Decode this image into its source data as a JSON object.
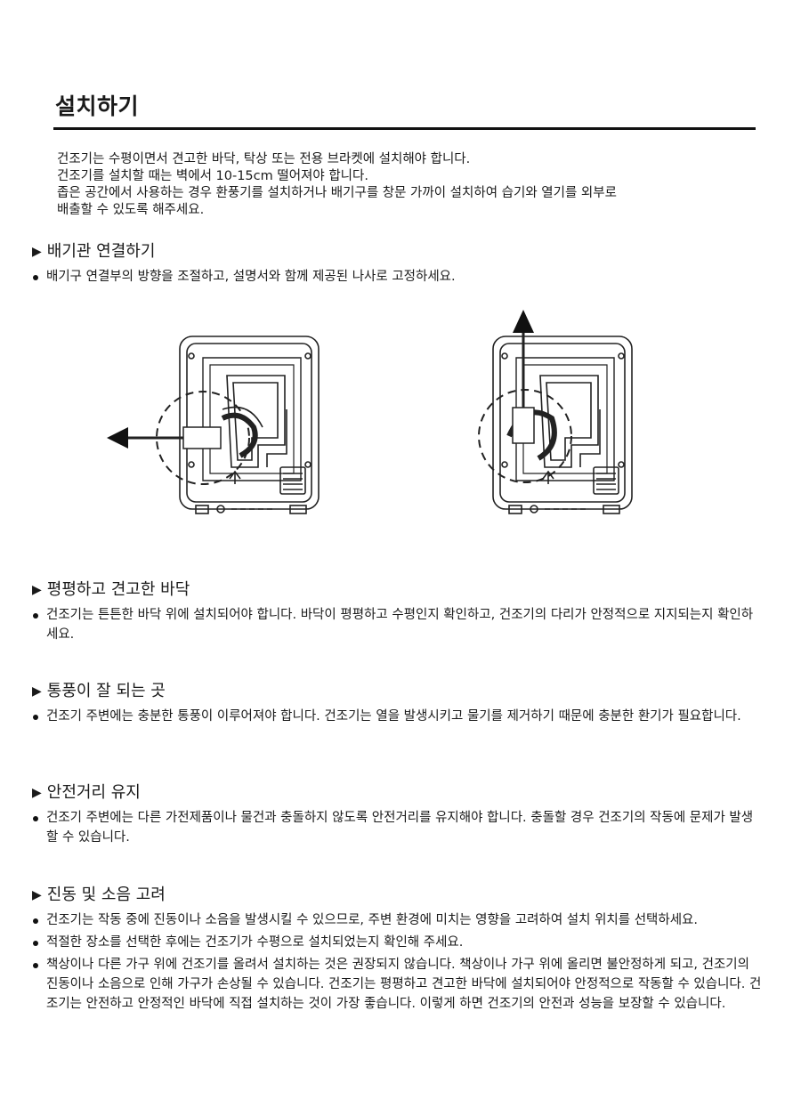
{
  "page": {
    "title": "설치하기",
    "intro": [
      "건조기는 수평이면서 견고한 바닥, 탁상 또는 전용 브라켓에 설치해야 합니다.",
      "건조기를 설치할 때는 벽에서 10-15cm 떨어져야 합니다.",
      "좁은 공간에서 사용하는 경우 환풍기를 설치하거나 배기구를 창문 가까이 설치하여 습기와 열기를 외부로",
      "배출할 수 있도록 해주세요."
    ]
  },
  "sections": [
    {
      "heading": "배기관 연결하기",
      "bullets": [
        "배기구 연결부의 방향을 조절하고, 설명서와 함께 제공된 나사로 고정하세요."
      ]
    },
    {
      "heading": "평평하고 견고한 바닥",
      "bullets": [
        "건조기는 튼튼한 바닥 위에 설치되어야 합니다. 바닥이 평평하고 수평인지 확인하고, 건조기의 다리가 안정적으로 지지되는지 확인하세요."
      ]
    },
    {
      "heading": "통풍이 잘 되는 곳",
      "bullets": [
        "건조기 주변에는 충분한 통풍이 이루어져야 합니다. 건조기는 열을 발생시키고 물기를 제거하기 때문에 충분한 환기가 필요합니다."
      ]
    },
    {
      "heading": "안전거리 유지",
      "bullets": [
        "건조기 주변에는 다른 가전제품이나 물건과 충돌하지 않도록 안전거리를 유지해야 합니다. 충돌할 경우 건조기의 작동에 문제가 발생할 수 있습니다."
      ]
    },
    {
      "heading": "진동 및 소음 고려",
      "bullets": [
        "건조기는 작동 중에 진동이나 소음을 발생시킬 수 있으므로, 주변 환경에 미치는 영향을 고려하여 설치 위치를 선택하세요.",
        "적절한 장소를 선택한 후에는 건조기가 수평으로 설치되었는지 확인해 주세요.",
        "책상이나 다른 가구 위에 건조기를 올려서 설치하는 것은 권장되지 않습니다. 책상이나 가구 위에 올리면 불안정하게 되고, 건조기의 진동이나 소음으로 인해 가구가 손상될 수 있습니다. 건조기는 평평하고 견고한 바닥에 설치되어야 안정적으로 작동할 수 있습니다. 건조기는 안전하고 안정적인 바닥에 직접 설치하는 것이 가장 좋습니다. 이렇게 하면 건조기의 안전과 성능을 보장할 수 있습니다."
      ]
    }
  ],
  "diagrams": [
    {
      "name": "exhaust-left",
      "arrow": "left"
    },
    {
      "name": "exhaust-up",
      "arrow": "up"
    }
  ]
}
